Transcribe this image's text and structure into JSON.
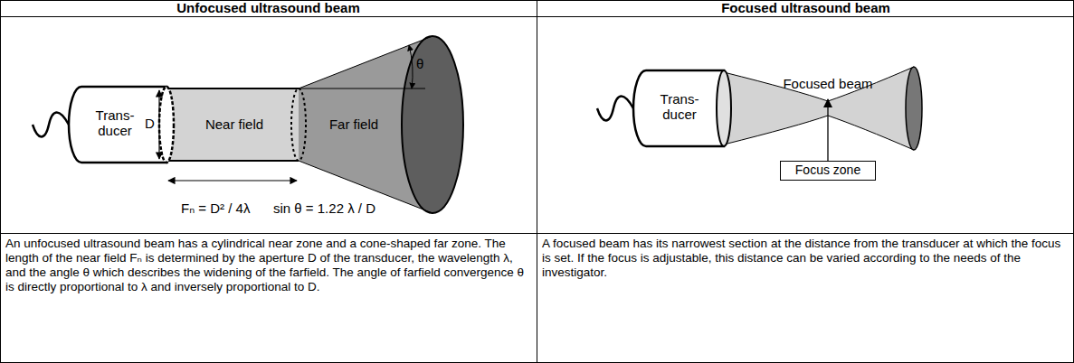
{
  "diagram": {
    "nodes": [
      {
        "text": [
          "Unfocused ultrasound beam"
        ]
      },
      {
        "text": [
          "Focused ultrasound beam"
        ]
      },
      {
        "text": [
          "Trans- ducer"
        ]
      },
      {
        "text": [
          "Near field"
        ]
      },
      {
        "text": [
          "Far field"
        ]
      },
      {
        "text": [
          "Trans- ducer"
        ]
      },
      {
        "text": [
          "Focused beam"
        ]
      },
      {
        "text": [
          "Focus zone"
        ]
      },
      {
        "text": [
          "An unfocused ultrasound beam has a cylindrical near zone and a cone-shaped far zone. The length of the near field Fₙ is determined by the aperture D of the transducer, the wavelength λ, and the angle θ which describes the widening of the farfield. The angle of farfield convergence θ is directly proportional to λ and inversely proportional to D."
        ]
      },
      {
        "text": [
          "A focused beam has its narrowest section at the distance from the transducer at which the focus is set. If the focus is adjustable, this distance can be varied according to the needs of the investigator."
        ]
      }
    ],
    "edges": [
      {
        "from": 7,
        "to": 6,
        "arrow": "to"
      }
    ],
    "labels": [
      "D",
      "θ",
      "Fₙ = D² / 4λ",
      "sin θ = 1.22 λ / D"
    ]
  }
}
